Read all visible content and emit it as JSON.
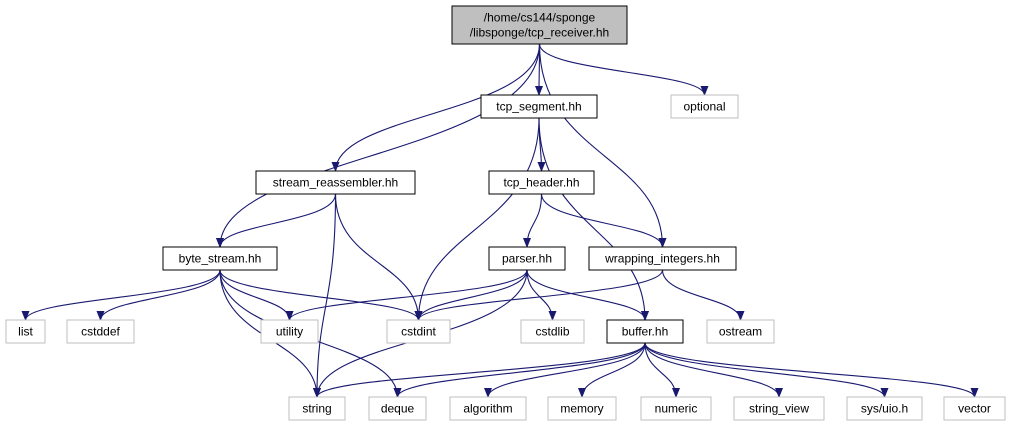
{
  "colors": {
    "edge": "#191970",
    "root_fill": "#bfbfbf",
    "root_stroke": "#000000",
    "header_stroke": "#000000",
    "system_stroke": "#bfbfbf",
    "background": "#ffffff"
  },
  "nodes": {
    "root": {
      "lines": [
        "/home/cs144/sponge",
        "/libsponge/tcp_receiver.hh"
      ],
      "kind": "root"
    },
    "tcp_segment": {
      "lines": [
        "tcp_segment.hh"
      ],
      "kind": "header"
    },
    "optional": {
      "lines": [
        "optional"
      ],
      "kind": "system"
    },
    "stream_reassembler": {
      "lines": [
        "stream_reassembler.hh"
      ],
      "kind": "header"
    },
    "tcp_header": {
      "lines": [
        "tcp_header.hh"
      ],
      "kind": "header"
    },
    "byte_stream": {
      "lines": [
        "byte_stream.hh"
      ],
      "kind": "header"
    },
    "parser": {
      "lines": [
        "parser.hh"
      ],
      "kind": "header"
    },
    "wrapping_integers": {
      "lines": [
        "wrapping_integers.hh"
      ],
      "kind": "header"
    },
    "list": {
      "lines": [
        "list"
      ],
      "kind": "system"
    },
    "cstddef": {
      "lines": [
        "cstddef"
      ],
      "kind": "system"
    },
    "utility": {
      "lines": [
        "utility"
      ],
      "kind": "system"
    },
    "cstdint": {
      "lines": [
        "cstdint"
      ],
      "kind": "system"
    },
    "cstdlib": {
      "lines": [
        "cstdlib"
      ],
      "kind": "system"
    },
    "buffer": {
      "lines": [
        "buffer.hh"
      ],
      "kind": "header"
    },
    "ostream": {
      "lines": [
        "ostream"
      ],
      "kind": "system"
    },
    "string": {
      "lines": [
        "string"
      ],
      "kind": "system"
    },
    "deque": {
      "lines": [
        "deque"
      ],
      "kind": "system"
    },
    "algorithm": {
      "lines": [
        "algorithm"
      ],
      "kind": "system"
    },
    "memory": {
      "lines": [
        "memory"
      ],
      "kind": "system"
    },
    "numeric": {
      "lines": [
        "numeric"
      ],
      "kind": "system"
    },
    "string_view": {
      "lines": [
        "string_view"
      ],
      "kind": "system"
    },
    "sys_uio": {
      "lines": [
        "sys/uio.h"
      ],
      "kind": "system"
    },
    "vector": {
      "lines": [
        "vector"
      ],
      "kind": "system"
    }
  },
  "edges": [
    [
      "root",
      "byte_stream"
    ],
    [
      "root",
      "stream_reassembler"
    ],
    [
      "root",
      "tcp_segment"
    ],
    [
      "root",
      "wrapping_integers"
    ],
    [
      "root",
      "optional"
    ],
    [
      "tcp_segment",
      "tcp_header"
    ],
    [
      "tcp_segment",
      "cstdint"
    ],
    [
      "tcp_segment",
      "buffer"
    ],
    [
      "stream_reassembler",
      "byte_stream"
    ],
    [
      "stream_reassembler",
      "string"
    ],
    [
      "stream_reassembler",
      "cstdint"
    ],
    [
      "tcp_header",
      "parser"
    ],
    [
      "tcp_header",
      "wrapping_integers"
    ],
    [
      "byte_stream",
      "list"
    ],
    [
      "byte_stream",
      "cstddef"
    ],
    [
      "byte_stream",
      "utility"
    ],
    [
      "byte_stream",
      "cstdint"
    ],
    [
      "byte_stream",
      "string"
    ],
    [
      "byte_stream",
      "deque"
    ],
    [
      "parser",
      "utility"
    ],
    [
      "parser",
      "cstdint"
    ],
    [
      "parser",
      "cstdlib"
    ],
    [
      "parser",
      "buffer"
    ],
    [
      "parser",
      "string"
    ],
    [
      "wrapping_integers",
      "cstdint"
    ],
    [
      "wrapping_integers",
      "ostream"
    ],
    [
      "buffer",
      "string"
    ],
    [
      "buffer",
      "deque"
    ],
    [
      "buffer",
      "algorithm"
    ],
    [
      "buffer",
      "memory"
    ],
    [
      "buffer",
      "numeric"
    ],
    [
      "buffer",
      "string_view"
    ],
    [
      "buffer",
      "sys_uio"
    ],
    [
      "buffer",
      "vector"
    ]
  ]
}
